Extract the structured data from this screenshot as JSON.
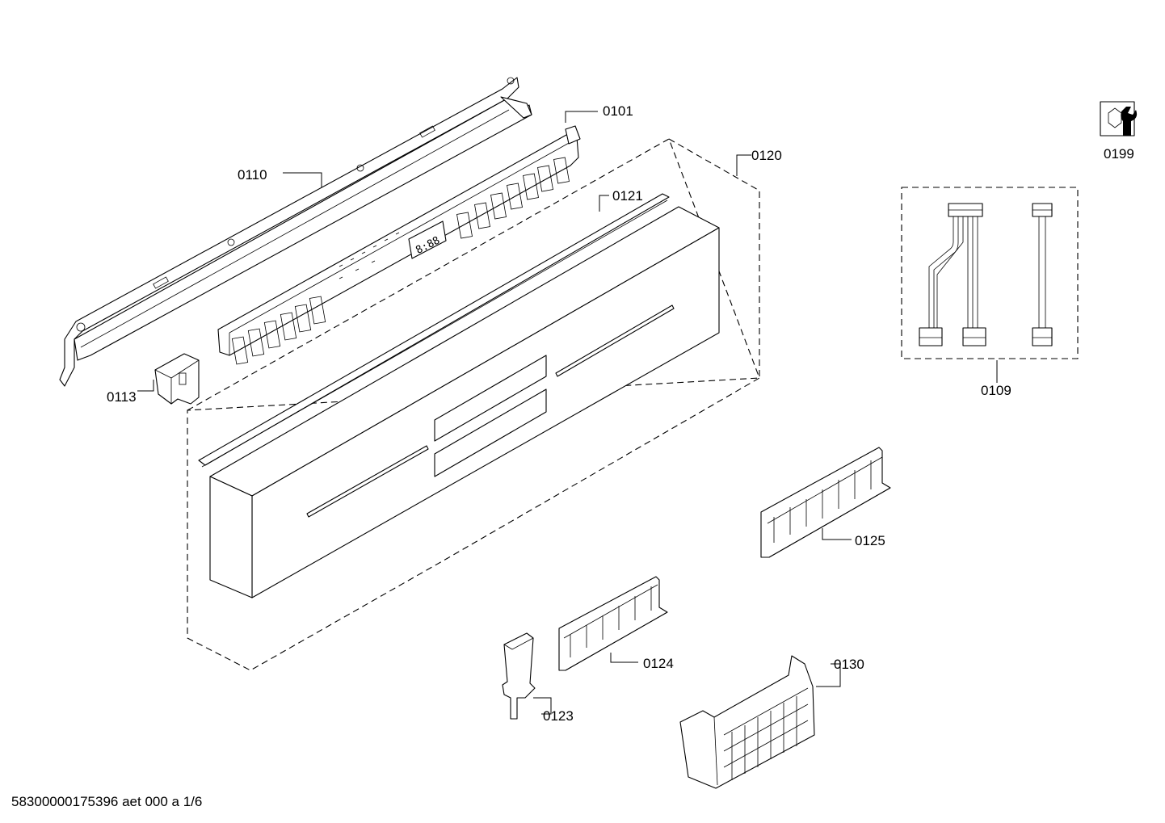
{
  "labels": {
    "p0101": "0101",
    "p0110": "0110",
    "p0113": "0113",
    "p0120": "0120",
    "p0121": "0121",
    "p0199": "0199",
    "p0109": "0109",
    "p0125": "0125",
    "p0124": "0124",
    "p0123": "0123",
    "p0130": "0130"
  },
  "display_readout": "8:88",
  "footer": "58300000175396 aet 000 a 1/6",
  "icon": "wrench-nut-icon"
}
